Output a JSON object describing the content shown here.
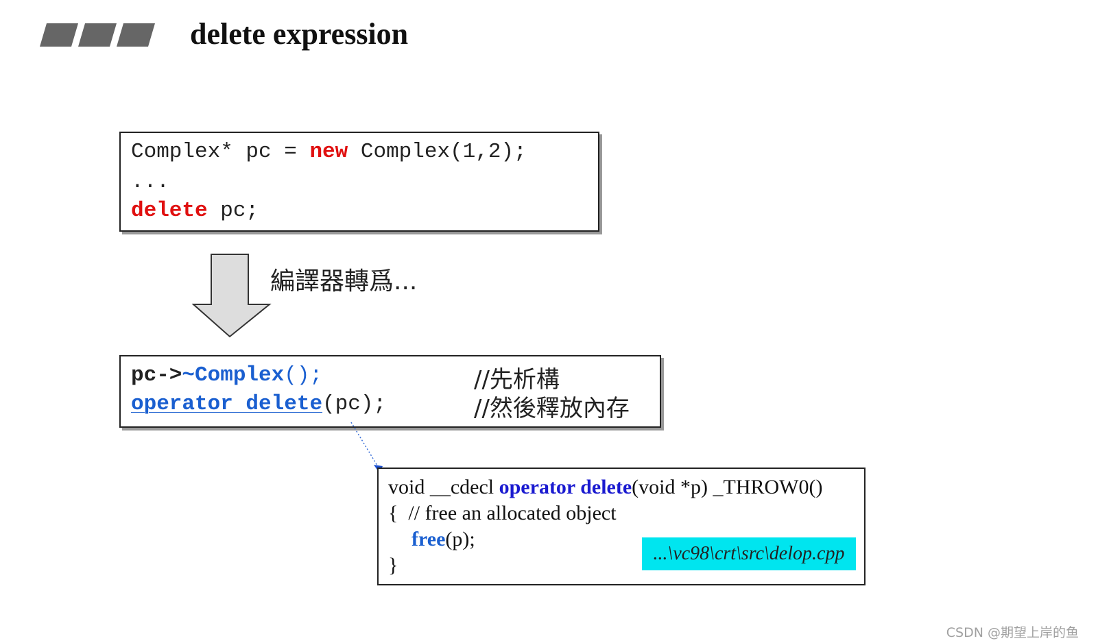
{
  "title": "delete expression",
  "box1": {
    "line1": {
      "a": "Complex* pc = ",
      "kw": "new",
      "b": " Complex(1,2);"
    },
    "line2": "...",
    "line3": {
      "kw": "delete",
      "b": " pc;"
    }
  },
  "compile_note": "編譯器轉爲...",
  "box2": {
    "line1": {
      "a": "pc->",
      "kw": "~Complex",
      "b": "();"
    },
    "line1_comment": "//先析構",
    "line2": {
      "kw": "operator delete",
      "b": "(pc);"
    },
    "line2_comment": "//然後釋放內存"
  },
  "box3": {
    "line1": {
      "a": "void __cdecl ",
      "kw": "operator delete",
      "b": "(void *p) _THROW0()"
    },
    "line2": "{  // free an allocated object",
    "line3": {
      "kw": "free",
      "b": "(p);"
    },
    "line4": "}",
    "path": "...\\vc98\\crt\\src\\delop.cpp"
  },
  "colors": {
    "keyword_red": "#e01010",
    "keyword_blue": "#1a5fd0",
    "badge": "#00e5ef"
  },
  "watermark": "CSDN @期望上岸的鱼"
}
